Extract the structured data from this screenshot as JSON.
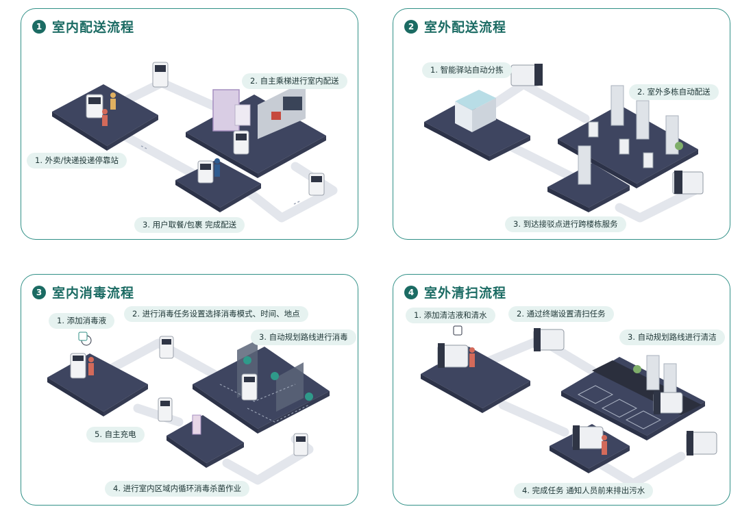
{
  "panels": [
    {
      "number": "1",
      "title": "室内配送流程",
      "labels": [
        "2. 自主乘梯进行室内配送",
        "1. 外卖/快递投递停靠站",
        "3. 用户取餐/包裹 完成配送"
      ]
    },
    {
      "number": "2",
      "title": "室外配送流程",
      "labels": [
        "1. 智能驿站自动分拣",
        "2. 室外多栋自动配送",
        "3. 到达接驳点进行跨楼栋服务"
      ]
    },
    {
      "number": "3",
      "title": "室内消毒流程",
      "labels": [
        "1. 添加消毒液",
        "2. 进行消毒任务设置选择消毒模式、时间、地点",
        "3. 自动规划路线进行消毒",
        "5. 自主充电",
        "4. 进行室内区域内循环消毒杀菌作业"
      ]
    },
    {
      "number": "4",
      "title": "室外清扫流程",
      "labels": [
        "1. 添加清洁液和清水",
        "2. 通过终端设置清扫任务",
        "3. 自动规划路线进行清洁",
        "4. 完成任务 通知人员前来排出污水"
      ]
    }
  ],
  "colors": {
    "accent": "#1b6b63",
    "border": "#2f8f86",
    "platform": "#3e4560",
    "path": "#e3e6ec",
    "label_bg": "#e6f2f0"
  }
}
